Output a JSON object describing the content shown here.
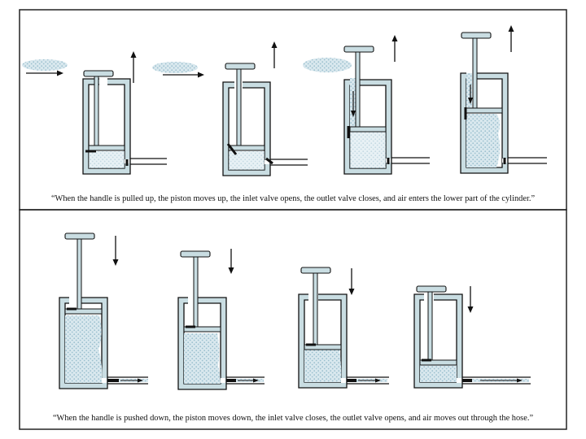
{
  "captions": {
    "pull": "“When the handle is pulled up, the piston moves up, the inlet valve opens, the outlet valve closes, and air enters the lower part of the cylinder.”",
    "push": "“When the handle is pushed down, the piston moves down, the inlet valve closes, the outlet valve opens, and air moves out through the hose.”"
  },
  "colors": {
    "pump_fill": "#c9dde2",
    "outline": "#111111",
    "air": "#b8d3de",
    "panel_border": "#222222"
  },
  "stages": {
    "pull": [
      {
        "piston_level": 0.85,
        "handle": "low"
      },
      {
        "piston_level": 0.85,
        "handle": "mid"
      },
      {
        "piston_level": 0.55,
        "handle": "high"
      },
      {
        "piston_level": 0.3,
        "handle": "top"
      }
    ],
    "push": [
      {
        "piston_level": 0.1,
        "handle": "top"
      },
      {
        "piston_level": 0.28,
        "handle": "high"
      },
      {
        "piston_level": 0.5,
        "handle": "mid"
      },
      {
        "piston_level": 0.75,
        "handle": "low"
      }
    ]
  }
}
